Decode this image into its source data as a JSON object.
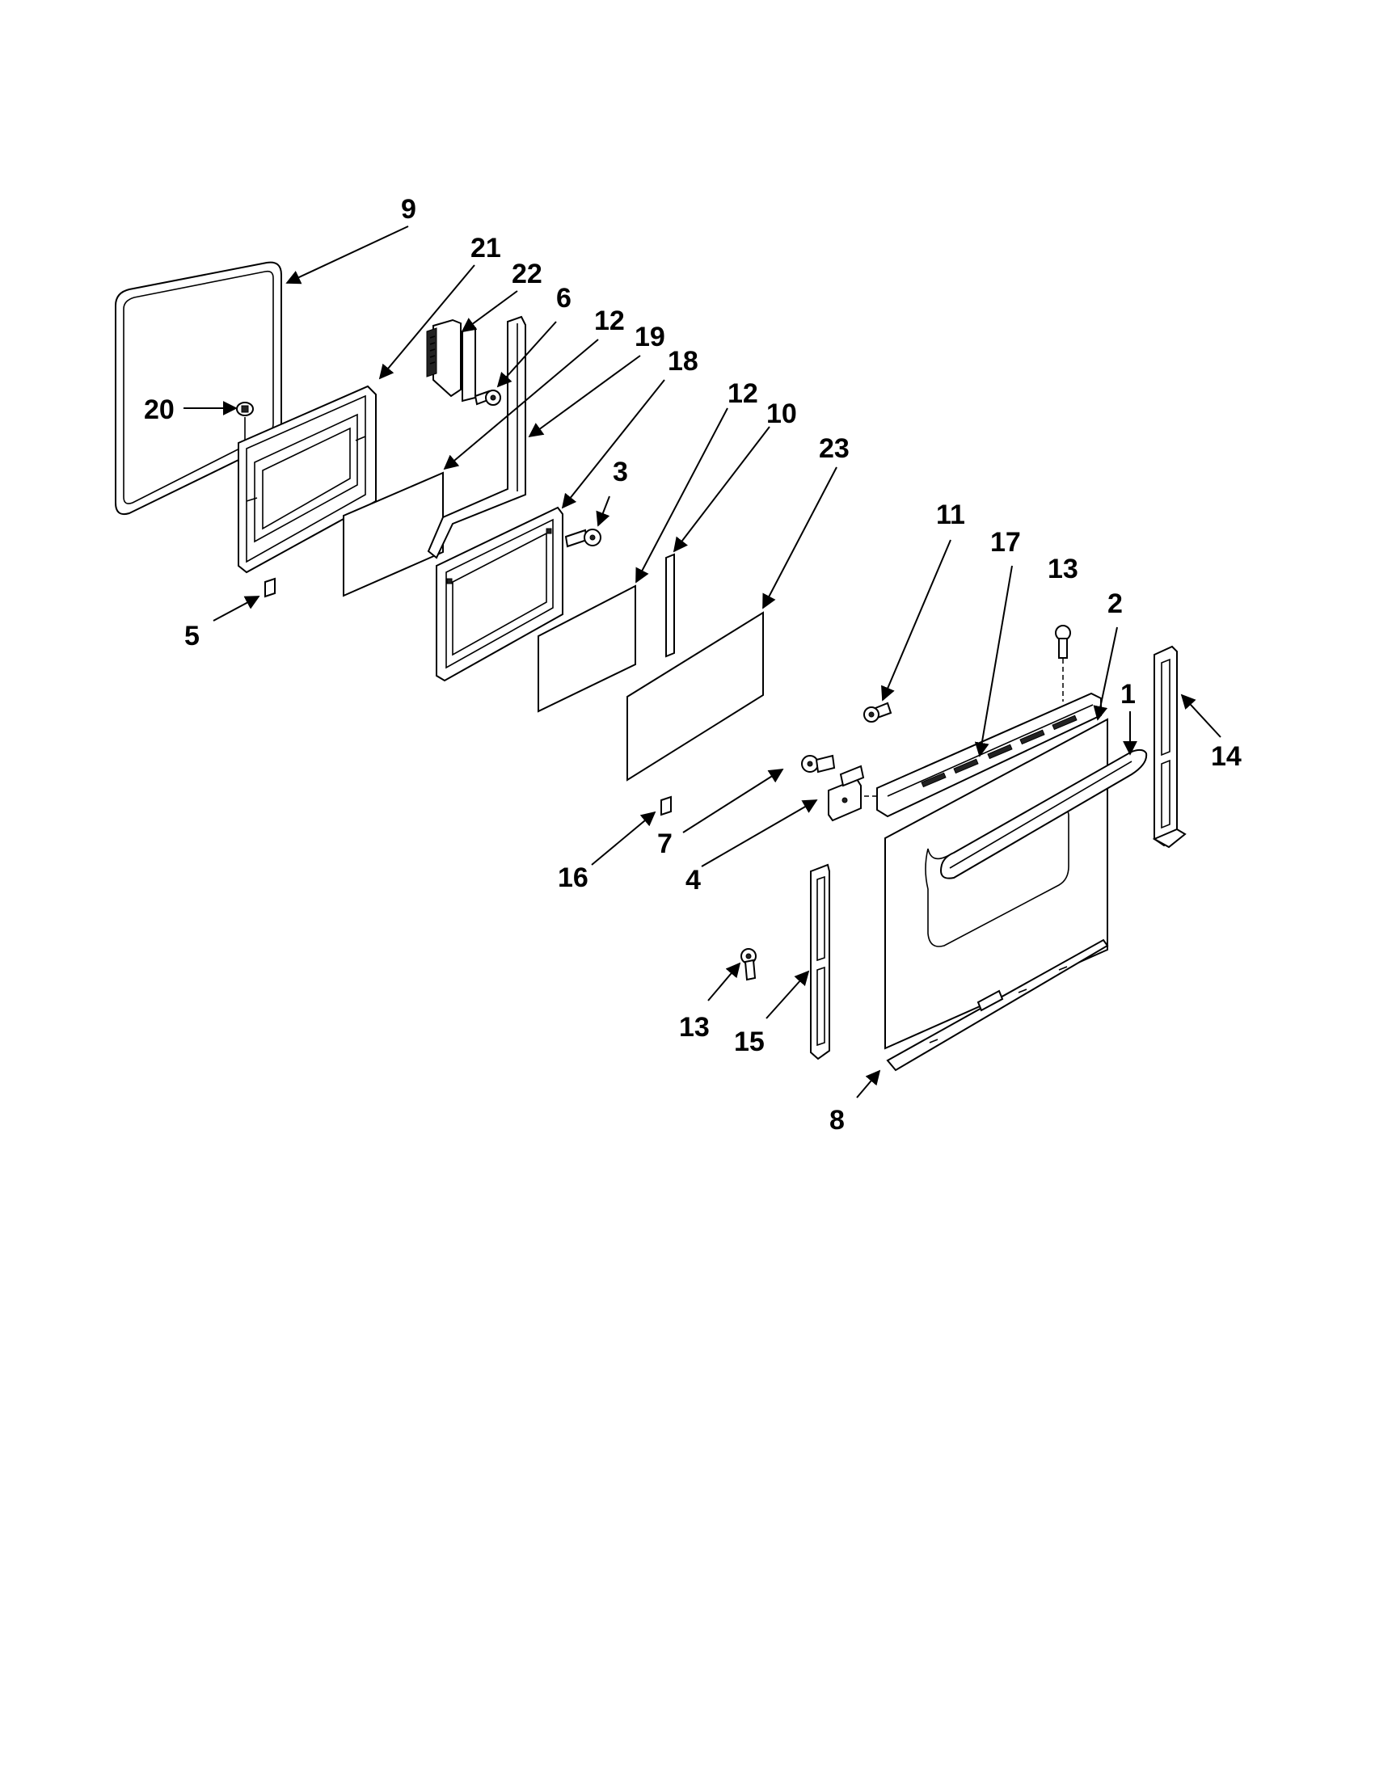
{
  "diagram": {
    "callouts": [
      {
        "id": "9",
        "label": "9"
      },
      {
        "id": "21",
        "label": "21"
      },
      {
        "id": "22",
        "label": "22"
      },
      {
        "id": "6",
        "label": "6"
      },
      {
        "id": "12a",
        "label": "12"
      },
      {
        "id": "19",
        "label": "19"
      },
      {
        "id": "18",
        "label": "18"
      },
      {
        "id": "20",
        "label": "20"
      },
      {
        "id": "5",
        "label": "5"
      },
      {
        "id": "3",
        "label": "3"
      },
      {
        "id": "12b",
        "label": "12"
      },
      {
        "id": "10",
        "label": "10"
      },
      {
        "id": "23",
        "label": "23"
      },
      {
        "id": "11",
        "label": "11"
      },
      {
        "id": "17",
        "label": "17"
      },
      {
        "id": "13a",
        "label": "13"
      },
      {
        "id": "2",
        "label": "2"
      },
      {
        "id": "1",
        "label": "1"
      },
      {
        "id": "14",
        "label": "14"
      },
      {
        "id": "7",
        "label": "7"
      },
      {
        "id": "4",
        "label": "4"
      },
      {
        "id": "16",
        "label": "16"
      },
      {
        "id": "13b",
        "label": "13"
      },
      {
        "id": "15",
        "label": "15"
      },
      {
        "id": "8",
        "label": "8"
      }
    ]
  }
}
